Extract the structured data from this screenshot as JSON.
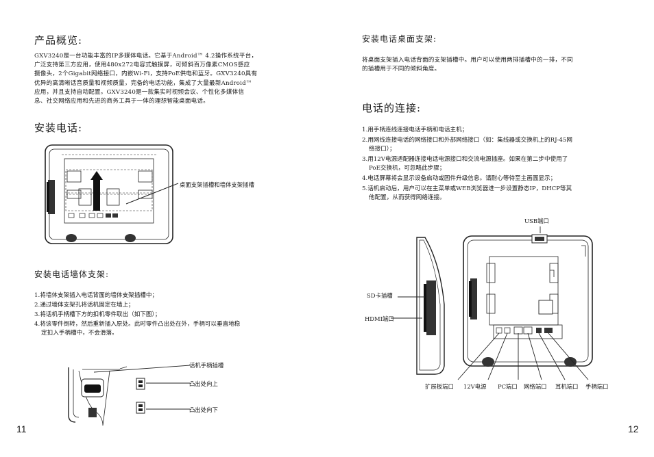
{
  "left": {
    "overview_title": "产品概览:",
    "overview_lines": [
      "GXV3240是一台功能丰富的IP多媒体电话。它基于Android™ 4.2操作系统平台，",
      "广泛支持第三方应用，使用480x272电容式触摸屏，可倾斜百万像素CMOS感应",
      "摄像头，2个Gigabit网络接口，内嵌Wi-Fi，支持PoE供电和蓝牙。GXV3240具有",
      "优异的高清晰话音质量和视频质量，完备的电话功能，集成了大量最新Android™",
      "应用，并且支持自动配置。GXV3240是一款集实时视频会议、个性化多媒体信",
      "息、社交网络应用和先进的商务工具于一体的理想智能桌面电话。"
    ],
    "install_title": "安装电话:",
    "slot_label": "桌面支架插槽和墙体支架插槽",
    "wall_title": "安装电话墙体支架:",
    "wall_steps": [
      "1.将墙体支架插入电话背面的墙体支架插槽中；",
      "2.通过墙体支架孔将话机固定在墙上；",
      "3.将话机手柄槽下方的扣机零件取出（如下图）；",
      "4.将该零件倒转，然后重新插入原处。此时零件凸出处在外，手柄可以垂直地稳",
      "定扣入手柄槽中，不会滑落。"
    ],
    "handset_slot_label": "话机手柄插槽",
    "tab_up_label": "凸出处向上",
    "tab_down_label": "凸出处向下",
    "page_number": "11"
  },
  "right": {
    "stand_title": "安装电话桌面支架:",
    "stand_lines": [
      "将桌面支架插入电话背面的支架插槽中。用户可以使用两排插槽中的一排，不同",
      "的插槽用于不同的倾斜角度。"
    ],
    "connect_title": "电话的连接:",
    "connect_steps": [
      "1.用手柄连线连接电话手柄和电话主机；",
      "2.用网线连接电话的网络接口和外部网络接口（如：集线器或交换机上的RJ-45网",
      "络接口）；",
      "3.用12V电源适配器连接电话电源接口和交流电源插座。如果在第二步中使用了",
      "PoE交换机，可忽略此步骤；",
      "4.电话屏幕将会显示设备启动或固件升级信息。请耐心等待至主画面显示；",
      "5.话机启动后，用户可以在主菜单或WEB浏览器进一步设置静态IP，DHCP等其",
      "他配置，从而获得网络连接。"
    ],
    "usb_label": "USB端口",
    "sd_label": "SD卡插槽",
    "hdmi_label": "HDMI端口",
    "ports": [
      "扩展板端口",
      "12V电源",
      "PC端口",
      "网络端口",
      "耳机端口",
      "手柄端口"
    ],
    "page_number": "12"
  }
}
